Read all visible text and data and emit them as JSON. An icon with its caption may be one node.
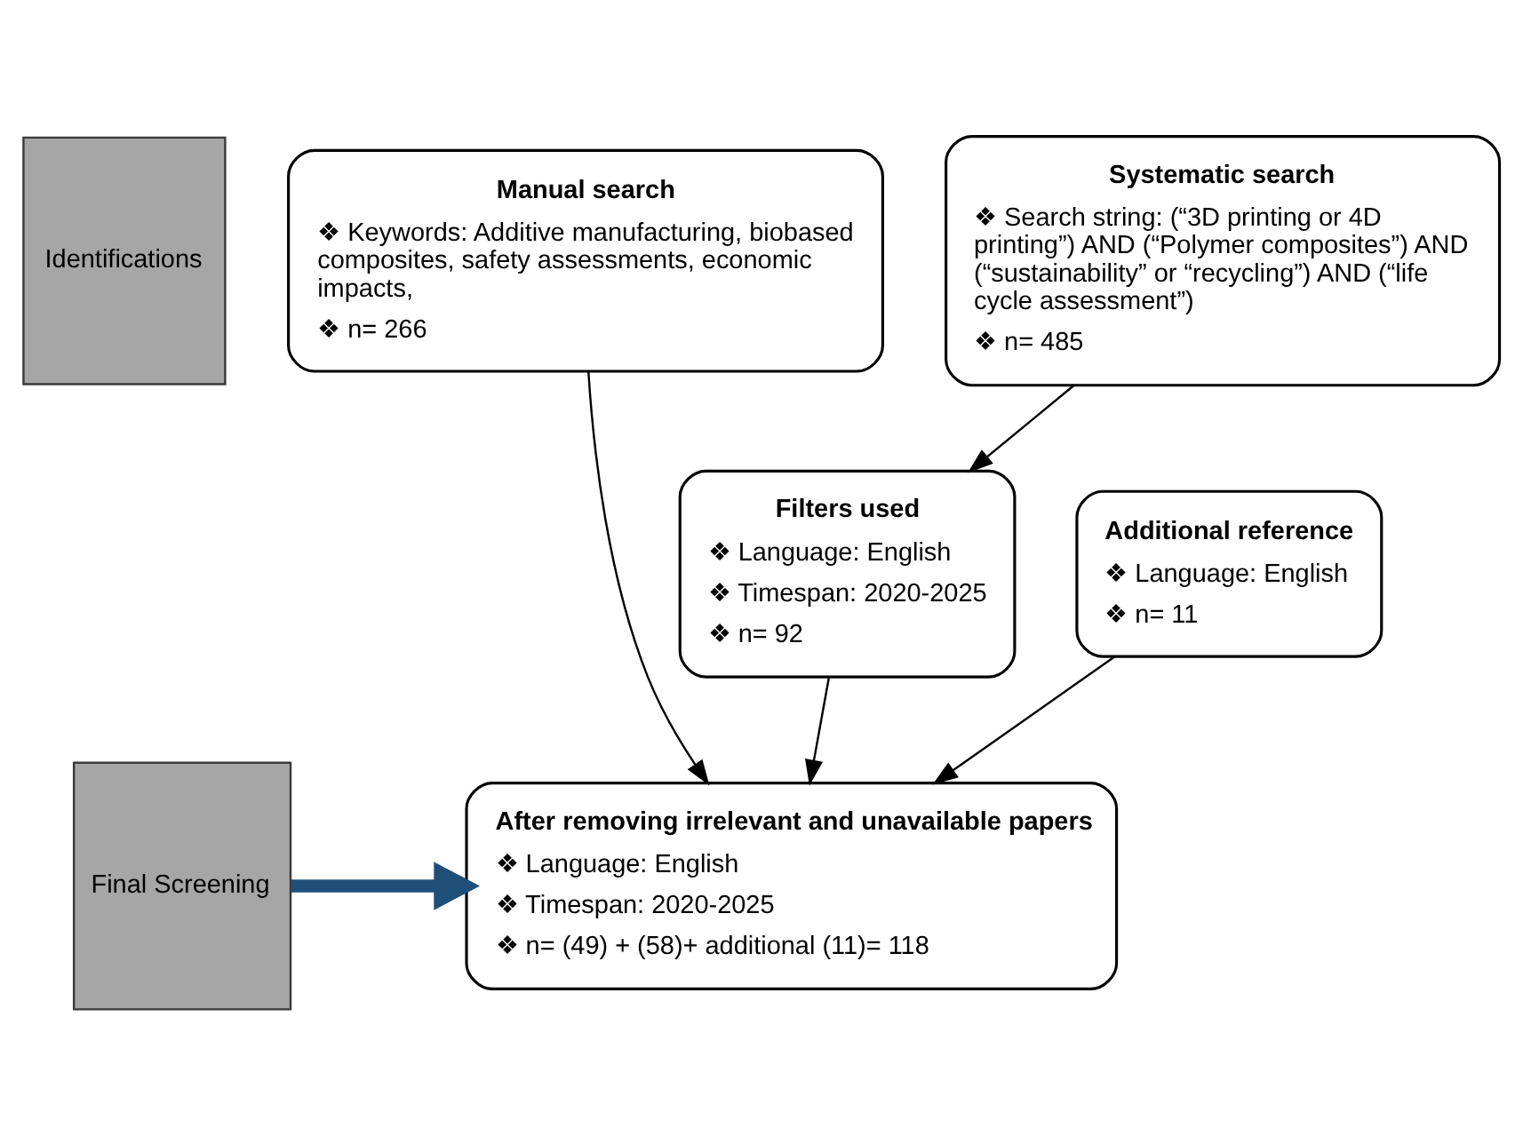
{
  "diagram": {
    "nodes": [
      {
        "text": [
          "Identifications"
        ]
      },
      {
        "text": [
          "Final Screening"
        ]
      },
      {
        "text": [
          "Systematic search",
          "❖ Search string: (“3D printing or 4D printing”) AND (“Polymer composites”) AND (“sustainability” or “recycling”) AND (“life cycle assessment”)",
          "❖ n= 485"
        ]
      },
      {
        "text": [
          "Manual search",
          "❖ Keywords: Additive manufacturing, biobased composites, safety assessments, economic impacts,",
          "❖ n= 266"
        ]
      },
      {
        "text": [
          "Filters used",
          "❖ Language: English",
          "❖ Timespan: 2020-2025",
          "❖ n= 92"
        ]
      },
      {
        "text": [
          "Additional reference",
          "❖ Language: English",
          "❖ n= 11"
        ]
      },
      {
        "text": [
          "After removing irrelevant and unavailable papers",
          "❖ Language: English",
          "❖ Timespan: 2020-2025",
          "❖ n= (49) + (58)+ additional (11)= 118"
        ]
      }
    ],
    "edges": [
      {
        "from": 2,
        "to": 4,
        "arrow": "to"
      },
      {
        "from": 4,
        "to": 6,
        "arrow": "to"
      },
      {
        "from": 5,
        "to": 6,
        "arrow": "to"
      },
      {
        "from": 3,
        "to": 6,
        "arrow": "to"
      },
      {
        "from": 1,
        "to": 6,
        "arrow": "to",
        "style": "thick",
        "color": "#1f4e79"
      }
    ]
  }
}
